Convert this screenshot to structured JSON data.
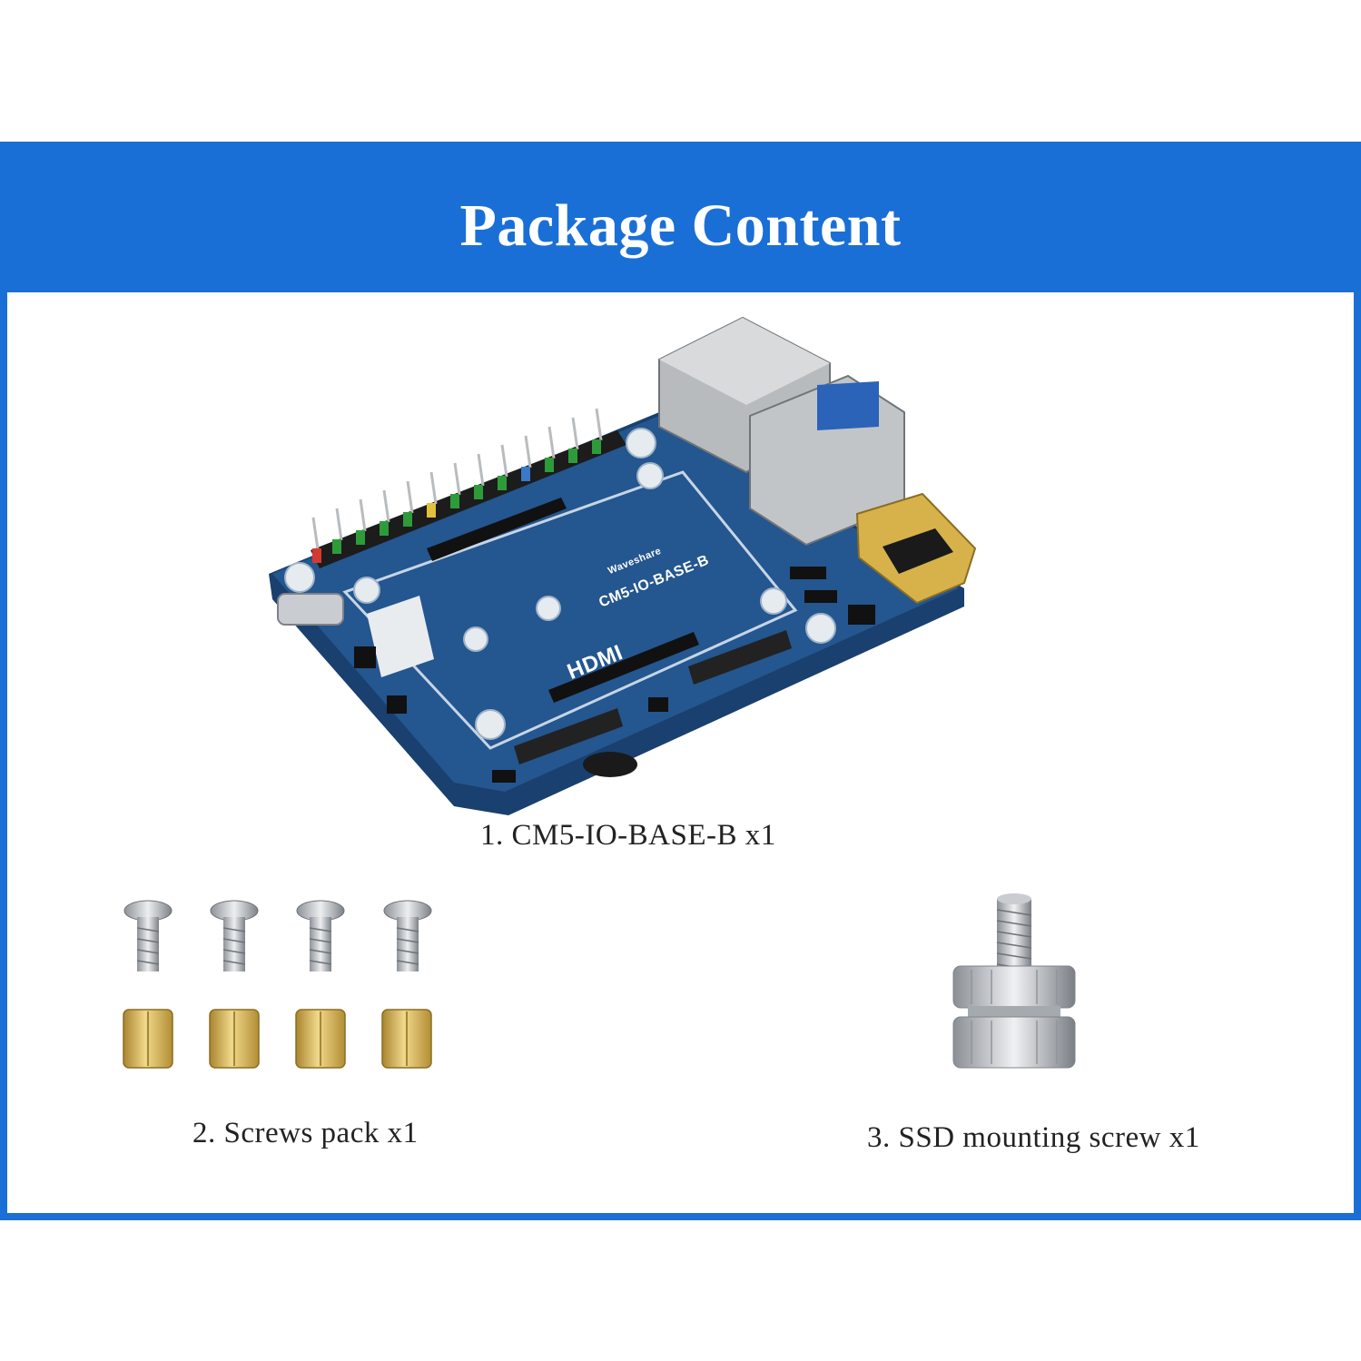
{
  "header": {
    "title": "Package Content"
  },
  "items": [
    {
      "caption": "1. CM5-IO-BASE-B x1"
    },
    {
      "caption": "2. Screws pack x1"
    },
    {
      "caption": "3. SSD mounting screw x1"
    }
  ],
  "board": {
    "brand_label": "Waveshare",
    "model_label": "CM5-IO-BASE-B",
    "port_label": "HDMI"
  },
  "colors": {
    "frame": "#1a6fd6",
    "board": "#1f4f86",
    "header_pins": "#2e9b3a",
    "brass": "#d6b25a",
    "steel": "#c9ccd0"
  }
}
